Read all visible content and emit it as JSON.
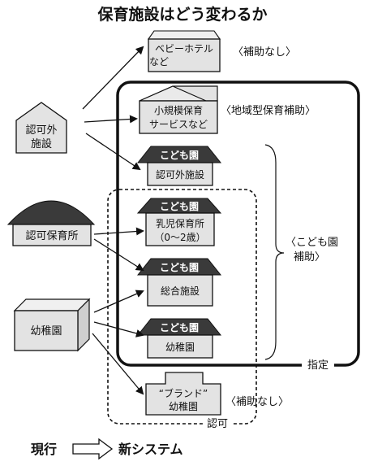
{
  "title": "保育施設はどう変わるか",
  "left": {
    "ninkagai": "認可外施設",
    "ninka_hoikusho": "認可保育所",
    "youchien": "幼稚園"
  },
  "right": {
    "baby_hotel": "ベビーホテルなど",
    "no_subsidy_1": "〈補助なし〉",
    "small_scale": "小規模保育サービスなど",
    "regional_subsidy": "〈地域型保育補助〉",
    "kodomoen_badge": "こども園",
    "ninkagai_shisetsu": "認可外施設",
    "nyuuji_hoikusho": "乳児保育所",
    "age_range": "（0～2歳）",
    "sougou_shisetsu": "総合施設",
    "youchien_box": "幼稚園",
    "kodomoen_subsidy_1": "〈こども園",
    "kodomoen_subsidy_2": "補助〉",
    "brand_youchien": "“ブランド”幼稚園",
    "no_subsidy_2": "〈補助なし〉"
  },
  "labels": {
    "shitei": "指定",
    "ninka": "認可"
  },
  "legend": {
    "current": "現行",
    "new": "新システム"
  },
  "colors": {
    "house_fill": "#e3e3e3",
    "roof_dark": "#3a3a3a",
    "stroke": "#111111"
  }
}
